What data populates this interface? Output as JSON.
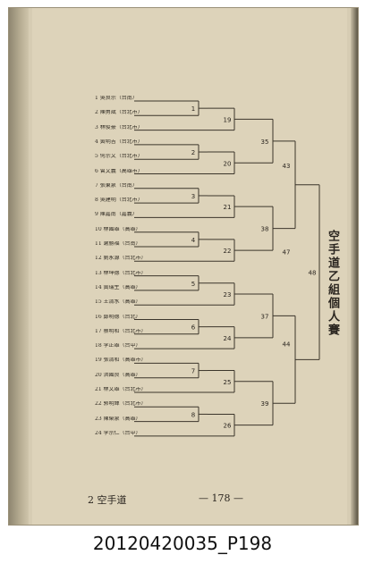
{
  "page": {
    "event_title": "空手道乙組個人賽",
    "footer_section": "2 空手道",
    "footer_page": "— 178 —",
    "caption": "20120420035_P198"
  },
  "players": [
    {
      "seed": "1",
      "text": "1 吳良宗（台南）"
    },
    {
      "seed": "2",
      "text": "2 陳勇斌（台北市）"
    },
    {
      "seed": "3",
      "text": "3 林俊豪（台北市）"
    },
    {
      "seed": "4",
      "text": "4 黃明吉（台北市）"
    },
    {
      "seed": "5",
      "text": "5 何宗文（台北市）"
    },
    {
      "seed": "6",
      "text": "6 曾文義（高雄市）"
    },
    {
      "seed": "7",
      "text": "7 張東泉（台南）"
    },
    {
      "seed": "8",
      "text": "8 吳建明（台北市）"
    },
    {
      "seed": "9",
      "text": "9 陳嘉南（嘉義）"
    },
    {
      "seed": "10",
      "text": "10 林國雄（高雄）"
    },
    {
      "seed": "11",
      "text": "11 謝勝福（台南）"
    },
    {
      "seed": "12",
      "text": "12 劉永源（台北市）"
    },
    {
      "seed": "13",
      "text": "13 林坤德（台北市）"
    },
    {
      "seed": "14",
      "text": "14 黃瑞生（高雄）"
    },
    {
      "seed": "15",
      "text": "15 王清水（高雄）"
    },
    {
      "seed": "16",
      "text": "16 鄭明德（台北）"
    },
    {
      "seed": "17",
      "text": "17 蔡明和（台北市）"
    },
    {
      "seed": "18",
      "text": "18 李正雄（台中）"
    },
    {
      "seed": "19",
      "text": "19 張清和（高雄市）"
    },
    {
      "seed": "20",
      "text": "20 洪國良（高雄）"
    },
    {
      "seed": "21",
      "text": "21 林文雄（台北市）"
    },
    {
      "seed": "22",
      "text": "22 郭明輝（台北市）"
    },
    {
      "seed": "23",
      "text": "23 陳榮泉（高雄）"
    },
    {
      "seed": "24",
      "text": "24 李宗仁（台中）"
    }
  ],
  "matches": {
    "round1": [
      "1",
      "2",
      "3",
      "4",
      "5",
      "6",
      "7",
      "8"
    ],
    "round2": [
      "19",
      "20",
      "21",
      "22",
      "23",
      "24",
      "25",
      "26"
    ],
    "round3": [
      "35",
      "38",
      "37",
      "39"
    ],
    "round4": [
      "43",
      "47",
      "44"
    ],
    "final": "48"
  }
}
